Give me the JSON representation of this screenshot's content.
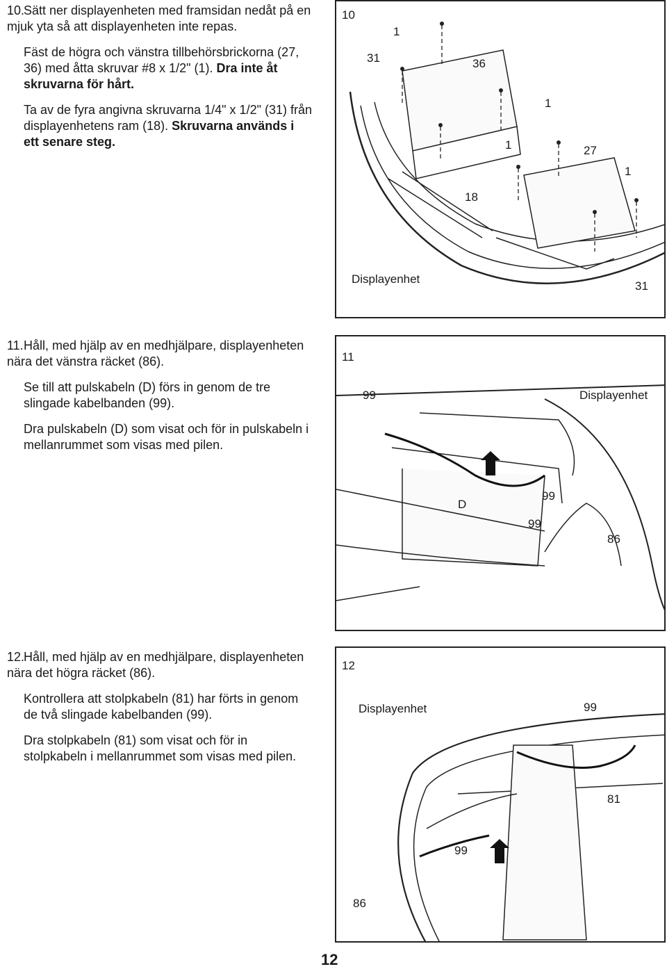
{
  "steps": [
    {
      "number": "10.",
      "paras": [
        {
          "text": "Sätt ner displayenheten med framsidan nedåt på en mjuk yta så att displayenheten inte repas.",
          "bold": ""
        },
        {
          "text": "Fäst de högra och vänstra tillbehörsbrickorna (27, 36) med åtta skruvar #8 x 1/2\" (1).",
          "bold": "Dra inte åt skruvarna för hårt."
        },
        {
          "text": "Ta av de fyra angivna skruvarna 1/4\" x 1/2\" (31) från displayenhetens ram (18).",
          "bold": "Skruvarna används i ett senare steg."
        }
      ]
    },
    {
      "number": "11.",
      "paras": [
        {
          "text": "Håll, med hjälp av en medhjälpare, displayenheten nära det vänstra räcket (86)."
        },
        {
          "text": "Se till att pulskabeln (D) förs in genom de tre slingade kabelbanden (99)."
        },
        {
          "text": "Dra pulskabeln (D) som visat och för in pulskabeln i mellanrummet som visas med pilen."
        }
      ]
    },
    {
      "number": "12.",
      "paras": [
        {
          "text": "Håll, med hjälp av en medhjälpare, displayenheten nära det högra räcket (86)."
        },
        {
          "text": "Kontrollera att stolpkabeln (81) har förts in genom de två slingade kabelbanden (99)."
        },
        {
          "text": "Dra stolpkabeln (81) som visat och för in stolpkabeln i mellanrummet som visas med pilen."
        }
      ]
    }
  ],
  "figures": [
    {
      "number": "10",
      "labels": [
        "1",
        "31",
        "36",
        "1",
        "1",
        "27",
        "1",
        "18",
        "Displayenhet",
        "31"
      ]
    },
    {
      "number": "11",
      "labels": [
        "99",
        "Displayenhet",
        "D",
        "99",
        "99",
        "86"
      ]
    },
    {
      "number": "12",
      "labels": [
        "Displayenhet",
        "99",
        "81",
        "99",
        "86"
      ]
    }
  ],
  "page_number": "12"
}
